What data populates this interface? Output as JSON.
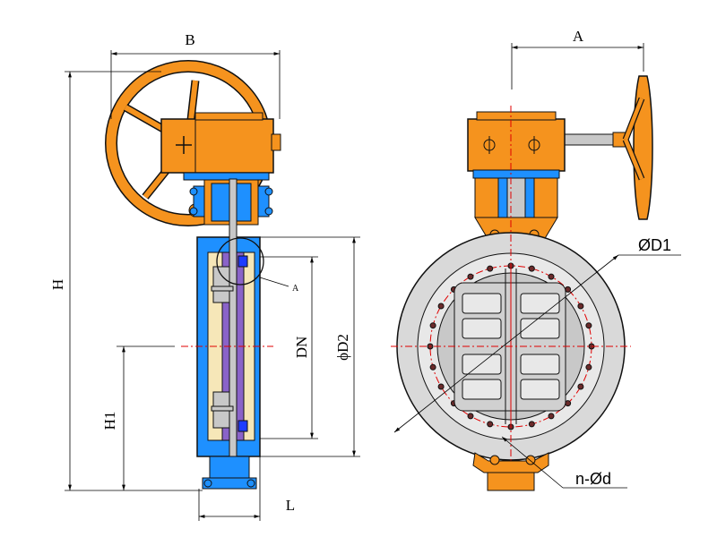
{
  "labels": {
    "B": "B",
    "A_top": "A",
    "H": "H",
    "H1": "H1",
    "DN": "DN",
    "phiD2": "ϕD2",
    "L": "L",
    "detail_A": "A",
    "phiD1": "ØD1",
    "n_d": "n-Ød"
  },
  "colors": {
    "orange": "#f5931e",
    "blue": "#1e90ff",
    "body_gray": "#d9d9d9",
    "disc_gray": "#c8c8c8",
    "seat_cream": "#f6e7b8",
    "shaft_purple": "#8a63c8",
    "center_line": "#e00000",
    "outline": "#111111"
  }
}
